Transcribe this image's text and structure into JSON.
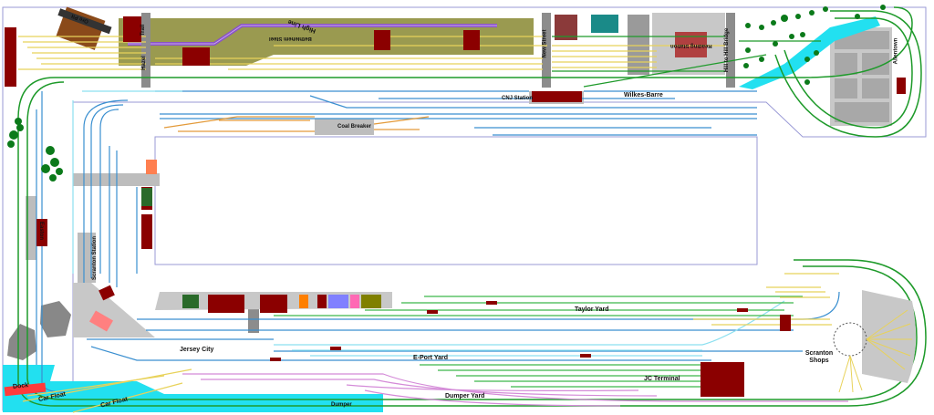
{
  "labels": {
    "ore_pit": "Ore Pit",
    "high_line": "High Line",
    "bethlehem_steel": "Bethlehem Steel",
    "trail": "Trail",
    "hazel": "Hazel",
    "new_street": "New Street",
    "reading_station": "Reading Station",
    "hill_to_hill_bridge": "Hill to Hill Bridge",
    "allentown": "Allentown",
    "cnj_station": "CNJ Station",
    "wilkes_barre": "Wilkes-Barre",
    "coal_breaker": "Coal Breaker",
    "easton": "Easton",
    "scranton_station": "Scranton Station",
    "taylor_yard": "Taylor Yard",
    "jersey_city": "Jersey City",
    "e_port_yard": "E-Port Yard",
    "jc_terminal": "JC Terminal",
    "scranton_shops": "Scranton Shops",
    "dock": "Dock",
    "car_float_1": "Car Float",
    "car_float_2": "Car Float",
    "dumper": "Dumper",
    "dumper_yard": "Dumper Yard"
  },
  "colors": {
    "mainline_green": "#1e9a2a",
    "main_blue": "#3a8fd0",
    "yard_yellow": "#e8d25a",
    "yard_green": "#3cb84a",
    "dumper_magenta": "#d48bd8",
    "coal_orange": "#e39a3a",
    "high_line_purple": "#8a52c8",
    "water_cyan": "#22e0f0",
    "steel_olive": "#9a9a50",
    "road_gray": "#8c8c8c",
    "building_red": "#8b0000",
    "tree_green": "#0b7a1a",
    "benchwork_outline": "#9a9ad6"
  }
}
